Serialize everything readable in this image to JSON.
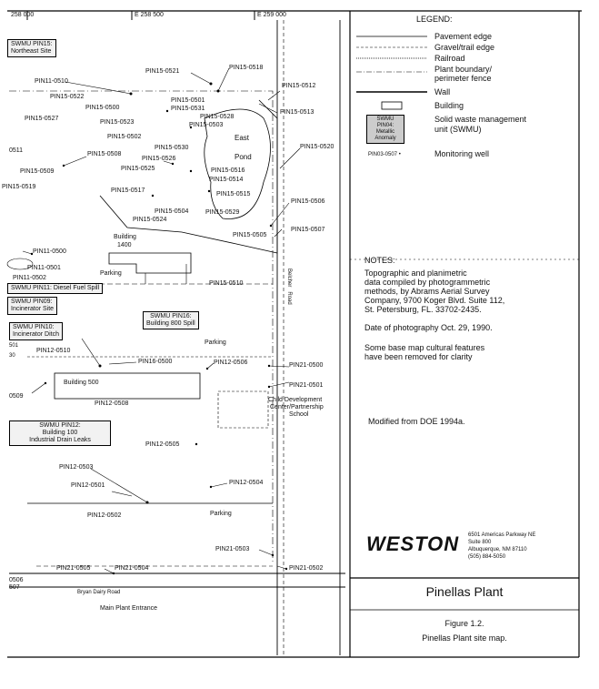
{
  "grid": {
    "e1": "258 000",
    "e2": "E 258 500",
    "e3": "E 259 000"
  },
  "legend": {
    "title": "LEGEND:",
    "items": [
      "Pavement edge",
      "Gravel/trail edge",
      "Railroad",
      "Plant boundary/",
      "perimeter fence",
      "Wall",
      "Building",
      "Solid waste management",
      "unit (SWMU)",
      "Monitoring well"
    ],
    "swmu_symbol": [
      "SWMU PIN04:",
      "Metallic",
      "Anomaly"
    ],
    "well_symbol": "PIN03-0507"
  },
  "notes": {
    "title": "NOTES:",
    "lines": [
      "Topographic and planimetric",
      "data compiled by photogrammetric",
      "methods, by Abrams Aerial Survey",
      "Company, 9700 Koger Blvd. Suite 112,",
      "St. Petersburg, FL. 33702-2435."
    ],
    "date": "Date of photography Oct. 29, 1990.",
    "removed": [
      "Some base map cultural features",
      "have been removed for clarity"
    ],
    "modified": "Modified from DOE 1994a."
  },
  "company": {
    "logo": "WESTON",
    "address": [
      "6501 Americas Parkway NE",
      "Suite 800",
      "Albuquerque, NM 87110",
      "(505) 884-5050"
    ]
  },
  "title_block": {
    "site": "Pinellas Plant",
    "figure": "Figure 1.2.",
    "caption": "Pinellas Plant site map."
  },
  "swmu_boxes": [
    [
      "SWMU PIN15:",
      "Northeast Site"
    ],
    [
      "SWMU PIN11: Diesel Fuel Spill"
    ],
    [
      "SWMU PIN09:",
      "Incinerator Site"
    ],
    [
      "SWMU PIN10:",
      "Incinerator Ditch"
    ],
    [
      "SWMU PIN16:",
      "Building 800 Spill"
    ],
    [
      "SWMU PIN12:",
      "Building 100",
      "Industrial Drain Leaks"
    ]
  ],
  "wells": [
    "PIN15-0521",
    "PIN15-0518",
    "PIN11-0510",
    "PIN15-0522",
    "PIN15-0500",
    "PIN15-0501",
    "PIN15-0531",
    "PIN15-0512",
    "PIN15-0527",
    "PIN15-0523",
    "PIN15-0528",
    "PIN15-0503",
    "PIN15-0513",
    "PIN15-0502",
    "PIN15-0530",
    "PIN15-0520",
    "0511",
    "PIN15-0508",
    "PIN15-0526",
    "PIN15-0509",
    "PIN15-0525",
    "PIN15-0516",
    "PIN15-0514",
    "PIN15-0519",
    "PIN15-0517",
    "PIN15-0515",
    "PIN15-0506",
    "PIN15-0504",
    "PIN15-0529",
    "PIN15-0524",
    "PIN15-0505",
    "PIN15-0507",
    "PIN11-0500",
    "PIN11-0501",
    "PIN11-0502",
    "PIN15-0510",
    "PIN12-0510",
    "PIN16-0500",
    "PIN12-0506",
    "PIN21-0500",
    "PIN21-0501",
    "0509",
    "PIN12-0508",
    "PIN12-0505",
    "PIN12-0503",
    "PIN12-0501",
    "PIN12-0504",
    "PIN12-0502",
    "PIN21-0503",
    "PIN21-0505",
    "PIN21-0504",
    "PIN21-0502",
    "0506",
    "507",
    "501",
    "30"
  ],
  "features": {
    "east_pond": [
      "East",
      "Pond"
    ],
    "bldg1400": [
      "Building",
      "1400"
    ],
    "parking1": "Parking",
    "parking2": "Parking",
    "parking3": "Parking",
    "building500": "Building  500",
    "child": [
      "Child Development",
      "Center/Partnership",
      "School"
    ],
    "belcher": [
      "Belcher",
      "Road"
    ],
    "bryan": "Bryan  Dairy  Road",
    "main_entrance": "Main Plant Entrance"
  }
}
